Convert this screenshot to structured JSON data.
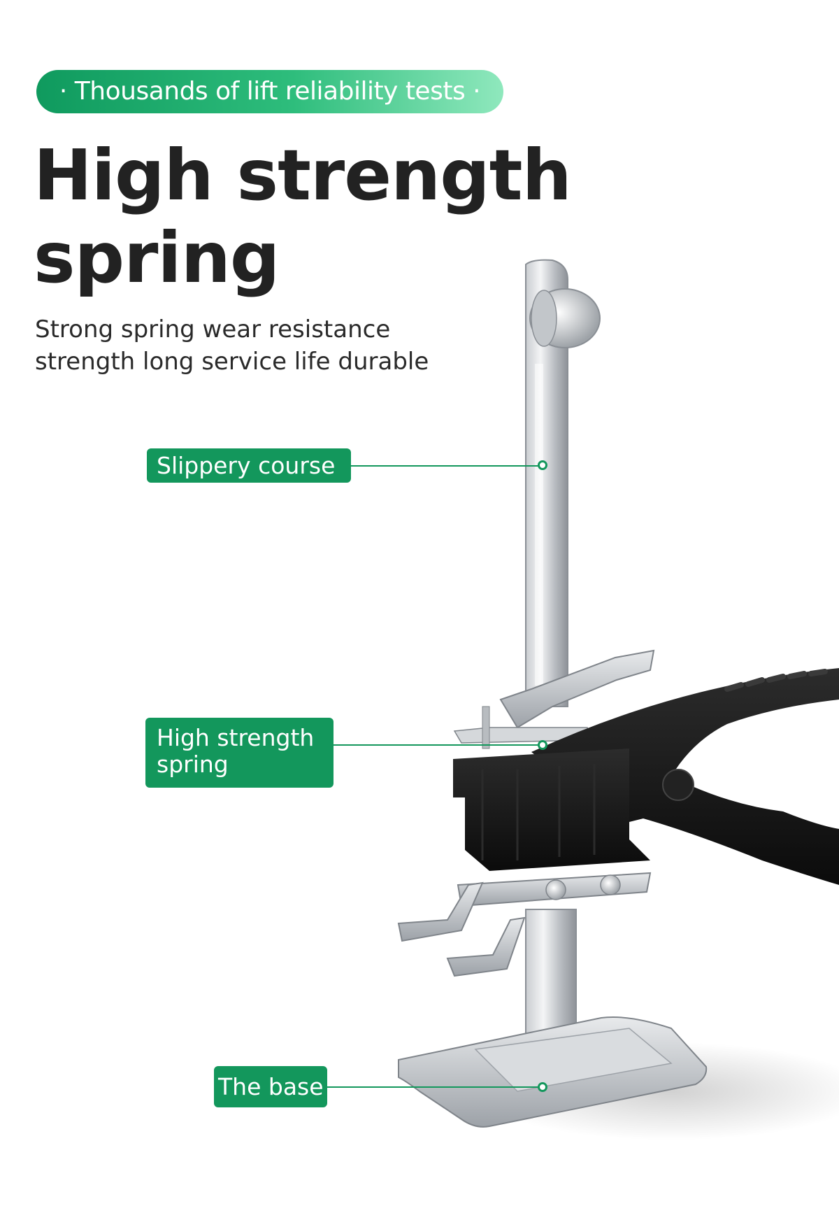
{
  "badge": {
    "text": "· Thousands of lift reliability tests ·"
  },
  "headline": {
    "line1": "High strength",
    "line2": "spring"
  },
  "subtitle": {
    "line1": "Strong spring wear resistance",
    "line2": "strength long service life durable"
  },
  "callouts": [
    {
      "label": "Slippery course"
    },
    {
      "label_line1": "High strength",
      "label_line2": "spring"
    },
    {
      "label": "The base"
    }
  ],
  "colors": {
    "accent": "#13975c",
    "badge_gradient_end": "#8fe8bd",
    "text": "#222222"
  }
}
